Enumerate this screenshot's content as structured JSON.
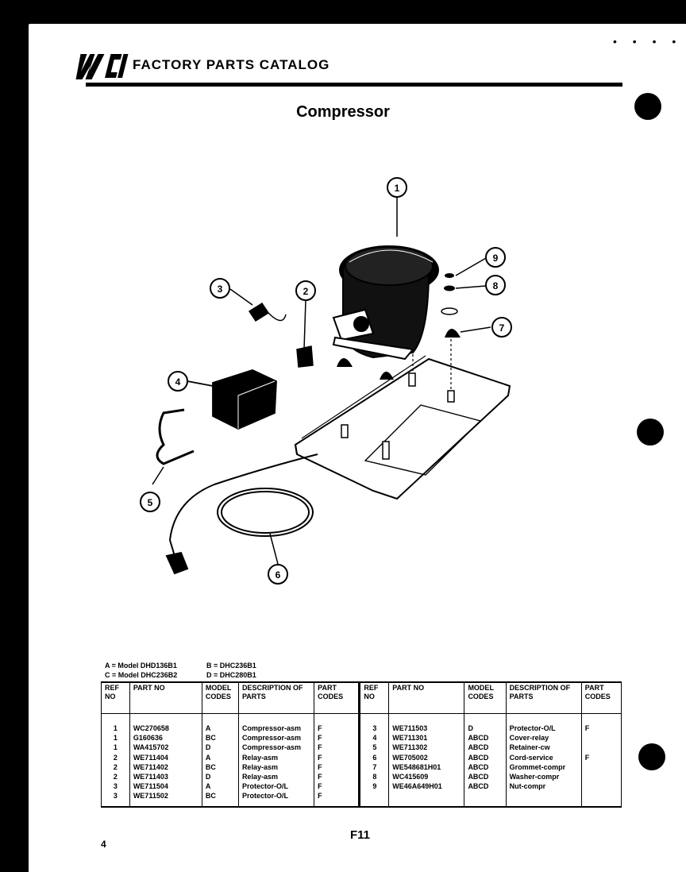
{
  "header": {
    "logo_text": "WCI",
    "catalog_title": "FACTORY PARTS CATALOG",
    "corner_marks": "• • • •"
  },
  "section_title": "Compressor",
  "callouts": [
    "1",
    "2",
    "3",
    "4",
    "5",
    "6",
    "7",
    "8",
    "9"
  ],
  "legend": {
    "a": "A = Model DHD136B1",
    "b": "B = DHC236B1",
    "c": "C = Model DHC236B2",
    "d": "D = DHC280B1"
  },
  "table": {
    "headers": [
      "REF NO",
      "PART NO",
      "MODEL CODES",
      "DESCRIPTION OF PARTS",
      "PART CODES"
    ],
    "left": [
      {
        "ref": "1",
        "part": "WC270658",
        "model": "A",
        "desc": "Compressor-asm",
        "code": "F"
      },
      {
        "ref": "1",
        "part": "G160636",
        "model": "BC",
        "desc": "Compressor-asm",
        "code": "F"
      },
      {
        "ref": "1",
        "part": "WA415702",
        "model": "D",
        "desc": "Compressor-asm",
        "code": "F"
      },
      {
        "ref": "2",
        "part": "WE711404",
        "model": "A",
        "desc": "Relay-asm",
        "code": "F"
      },
      {
        "ref": "2",
        "part": "WE711402",
        "model": "BC",
        "desc": "Relay-asm",
        "code": "F"
      },
      {
        "ref": "2",
        "part": "WE711403",
        "model": "D",
        "desc": "Relay-asm",
        "code": "F"
      },
      {
        "ref": "3",
        "part": "WE711504",
        "model": "A",
        "desc": "Protector-O/L",
        "code": "F"
      },
      {
        "ref": "3",
        "part": "WE711502",
        "model": "BC",
        "desc": "Protector-O/L",
        "code": "F"
      }
    ],
    "right": [
      {
        "ref": "3",
        "part": "WE711503",
        "model": "D",
        "desc": "Protector-O/L",
        "code": "F"
      },
      {
        "ref": "4",
        "part": "WE711301",
        "model": "ABCD",
        "desc": "Cover-relay",
        "code": ""
      },
      {
        "ref": "5",
        "part": "WE711302",
        "model": "ABCD",
        "desc": "Retainer-cw",
        "code": ""
      },
      {
        "ref": "6",
        "part": "WE705002",
        "model": "ABCD",
        "desc": "Cord-service",
        "code": "F"
      },
      {
        "ref": "7",
        "part": "WE548681H01",
        "model": "ABCD",
        "desc": "Grommet-compr",
        "code": ""
      },
      {
        "ref": "8",
        "part": "WC415609",
        "model": "ABCD",
        "desc": "Washer-compr",
        "code": ""
      },
      {
        "ref": "9",
        "part": "WE46A649H01",
        "model": "ABCD",
        "desc": "Nut-compr",
        "code": ""
      }
    ]
  },
  "footer": {
    "page_number": "4",
    "page_code": "F11"
  }
}
